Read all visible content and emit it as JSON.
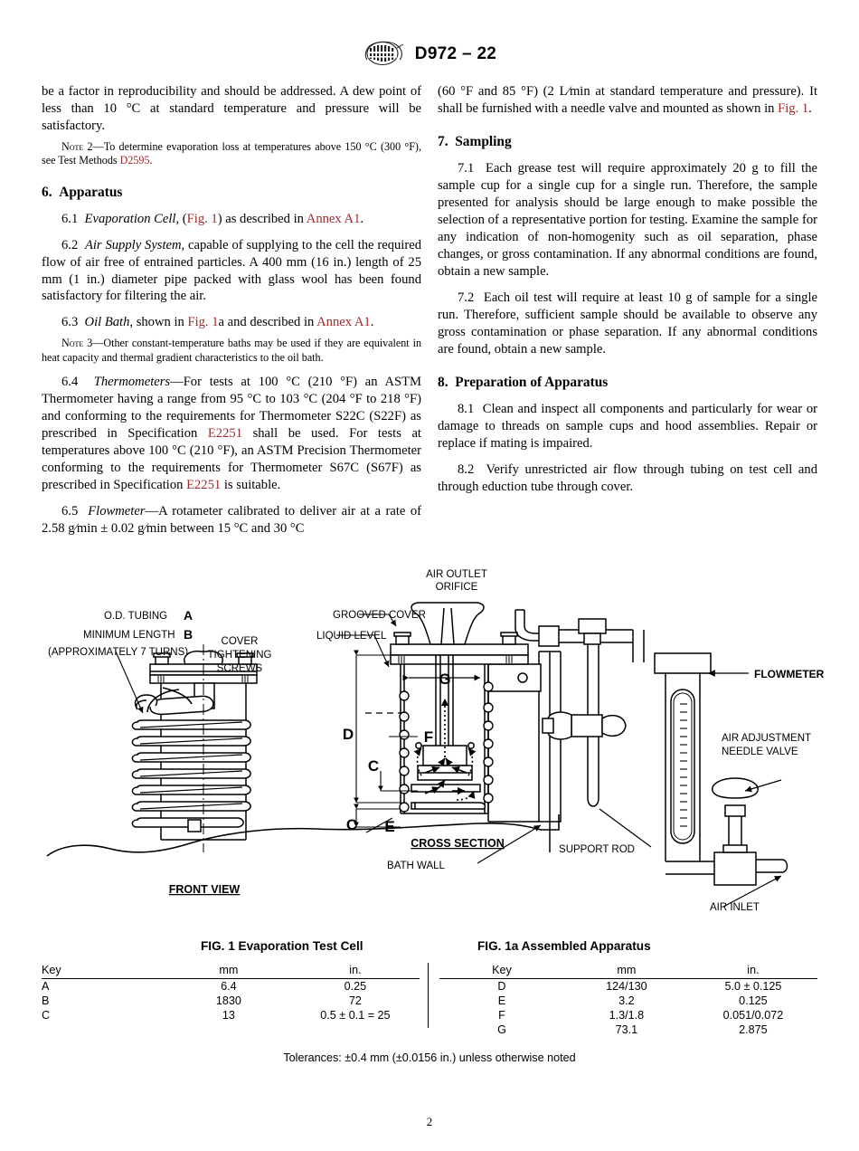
{
  "header": {
    "logo_icon": "astm-logo-icon",
    "standard": "D972 – 22"
  },
  "left_column": {
    "para_continued": {
      "line1": "be a factor in reproducibility and should be addressed. A dew point of less",
      "line2": "than 10 °C at standard temperature and pressure will be satisfactory."
    },
    "note2": {
      "label": "Note",
      "text": " 2—To determine evaporation loss at temperatures above 150 °C (300 °F), see Test Methods ",
      "ref": "D2595",
      "tail": "."
    },
    "section6": {
      "number": "6.",
      "title": "Apparatus"
    },
    "p61": {
      "num": "6.1",
      "italic": "Evaporation Cell,",
      "t1": " (",
      "ref1": "Fig. 1",
      "t2": ") as described in ",
      "ref2": "Annex A1",
      "t3": "."
    },
    "p62": {
      "num": "6.2",
      "italic": "Air Supply System,",
      "text": " capable of supplying to the cell the required flow of air free of entrained particles. A 400 mm (16 in.) length of 25 mm (1 in.) diameter pipe packed with glass wool has been found satisfactory for filtering the air."
    },
    "p63": {
      "num": "6.3",
      "italic": "Oil Bath,",
      "t1": " shown in ",
      "ref1": "Fig. 1",
      "t2": "a and described in ",
      "ref2": "Annex A1",
      "t3": "."
    },
    "note3": {
      "label": "Note",
      "text": " 3—Other constant-temperature baths may be used if they are equivalent in heat capacity and thermal gradient characteristics to the oil bath."
    },
    "p64": {
      "num": "6.4",
      "italic": "Thermometers",
      "t1": "—For tests at 100 °C (210 °F) an ASTM Thermometer having a range from 95 °C to 103 °C (204 °F to 218 °F) and conforming to the requirements for Thermometer S22C (S22F) as prescribed in Specification ",
      "ref1": "E2251",
      "t2": " shall be used. For tests at temperatures above 100 °C (210 °F), an ASTM Precision Thermometer conforming to the requirements for Thermometer S67C (S67F) as prescribed in Specification ",
      "ref2": "E2251",
      "t3": " is suitable."
    },
    "p65": {
      "num": "6.5",
      "italic": "Flowmeter",
      "text": "—A rotameter calibrated to deliver air at a rate of 2.58 g∕min ± 0.02 g∕min between 15 °C and 30 °C"
    }
  },
  "right_column": {
    "para_continued": {
      "t1": "(60 °F and 85 °F) (2 L∕min at standard temperature and pressure). It shall be furnished with a needle valve and mounted as shown in ",
      "ref": "Fig. 1",
      "t2": "."
    },
    "section7": {
      "number": "7.",
      "title": "Sampling"
    },
    "p71": {
      "num": "7.1",
      "text": "Each grease test will require approximately 20 g to fill the sample cup for a single cup for a single run. Therefore, the sample presented for analysis should be large enough to make possible the selection of a representative portion for testing. Examine the sample for any indication of non-homogenity such as oil separation, phase changes, or gross contamination. If any abnormal conditions are found, obtain a new sample."
    },
    "p72": {
      "num": "7.2",
      "text": "Each oil test will require at least 10 g of sample for a single run. Therefore, sufficient sample should be available to observe any gross contamination or phase separation. If any abnormal conditions are found, obtain a new sample."
    },
    "section8": {
      "number": "8.",
      "title": "Preparation of Apparatus"
    },
    "p81": {
      "num": "8.1",
      "text": "Clean and inspect all components and particularly for wear or damage to threads on sample cups and hood assemblies. Repair or replace if mating is impaired."
    },
    "p82": {
      "num": "8.2",
      "text": "Verify unrestricted air flow through tubing on test cell and through eduction tube through cover."
    }
  },
  "figure": {
    "labels": {
      "od_tubing": "O.D. TUBING",
      "od_tubing_key": "A",
      "minimum_length": "MINIMUM LENGTH",
      "minimum_length_key": "B",
      "approx_turns": "(APPROXIMATELY 7 TURNS)",
      "cover_tightening_screws_1": "COVER",
      "cover_tightening_screws_2": "TIGHTENING",
      "cover_tightening_screws_3": "SCREWS",
      "air_outlet_1": "AIR OUTLET",
      "air_outlet_2": "ORIFICE",
      "grooved_cover": "GROOVED COVER",
      "liquid_level": "LIQUID LEVEL",
      "front_view": "FRONT VIEW",
      "cross_section": "CROSS SECTION",
      "bath_wall": "BATH WALL",
      "support_rod": "SUPPORT ROD",
      "flowmeter": "FLOWMETER",
      "air_adjustment_1": "AIR ADJUSTMENT",
      "air_adjustment_2": "NEEDLE VALVE",
      "air_inlet": "AIR INLET",
      "dim_C": "C",
      "dim_C2": "C",
      "dim_D": "D",
      "dim_E": "E",
      "dim_F": "F",
      "dim_G": "G"
    }
  },
  "tables": {
    "left": {
      "title": "FIG. 1 Evaporation Test Cell",
      "headers": [
        "Key",
        "mm",
        "in."
      ],
      "rows": [
        [
          "A",
          "6.4",
          "0.25"
        ],
        [
          "B",
          "1830",
          "72"
        ],
        [
          "C",
          "13",
          "0.5 ± 0.1 = 25"
        ]
      ]
    },
    "right": {
      "title": "FIG.  1a   Assembled Apparatus",
      "headers": [
        "Key",
        "mm",
        "in."
      ],
      "rows": [
        [
          "D",
          "124/130",
          "5.0 ± 0.125"
        ],
        [
          "E",
          "3.2",
          "0.125"
        ],
        [
          "F",
          "1.3/1.8",
          "0.051/0.072"
        ],
        [
          "G",
          "73.1",
          "2.875"
        ]
      ]
    },
    "tolerances": "Tolerances: ±0.4 mm (±0.0156 in.) unless otherwise noted"
  },
  "footer": {
    "page_number": "2"
  }
}
